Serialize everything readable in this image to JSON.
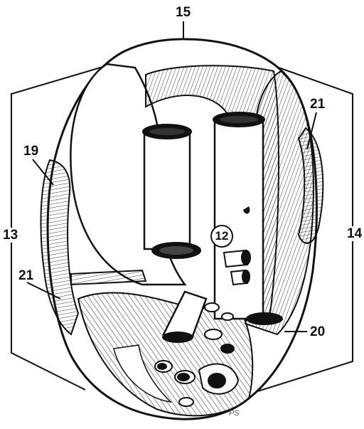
{
  "labels": {
    "l15": "15",
    "l21_top": "21",
    "l19": "19",
    "l13": "13",
    "l14": "14",
    "l12": "12",
    "l21_left": "21",
    "l20": "20"
  },
  "signature": "PS",
  "colors": {
    "ink": "#111111",
    "paper": "#ffffff"
  }
}
